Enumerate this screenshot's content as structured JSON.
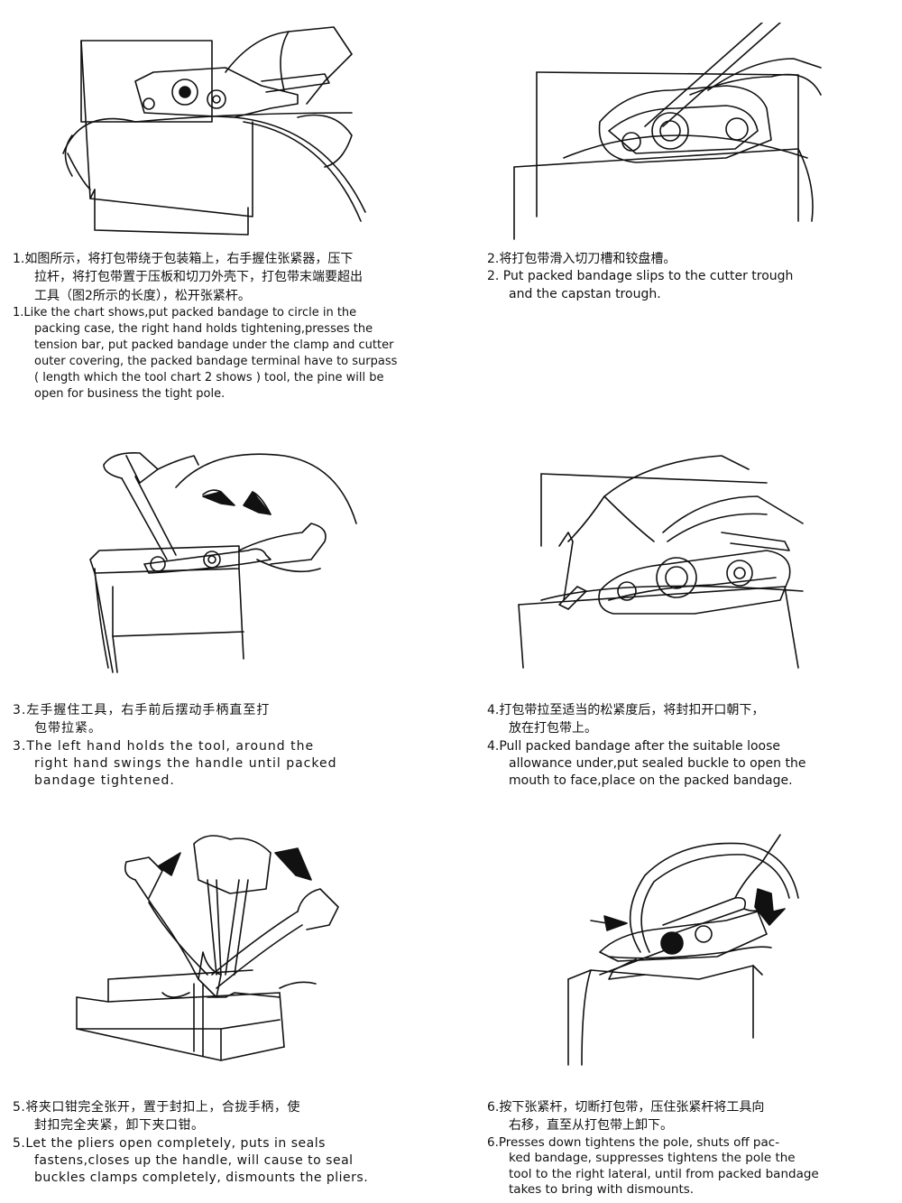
{
  "steps": [
    {
      "zh_lines": [
        "1.如图所示，将打包带绕于包装箱上，右手握住张紧器，压下",
        "拉杆，将打包带置于压板和切刀外壳下，打包带末端要超出",
        "工具（图2所示的长度），松开张紧杆。"
      ],
      "en_lines": [
        "1.Like the chart shows,put packed bandage to circle in the",
        "packing case, the right hand holds tightening,presses the",
        "tension bar, put packed bandage under the clamp and cutter",
        "outer covering, the packed bandage terminal have to surpass",
        "( length which the tool chart 2 shows ) tool, the pine will be",
        "open for business the tight pole."
      ]
    },
    {
      "zh_lines": [
        "2.将打包带滑入切刀槽和铰盘槽。"
      ],
      "en_lines": [
        "2. Put packed bandage slips to the cutter trough",
        "and the capstan trough."
      ]
    },
    {
      "zh_lines": [
        "3.左手握住工具，右手前后摆动手柄直至打",
        "包带拉紧。"
      ],
      "en_lines": [
        "3.The left hand holds the tool, around the",
        "right hand swings the handle until packed",
        "bandage tightened."
      ]
    },
    {
      "zh_lines": [
        "4.打包带拉至适当的松紧度后，将封扣开口朝下，",
        "放在打包带上。"
      ],
      "en_lines": [
        "4.Pull packed bandage after the suitable loose",
        "allowance under,put sealed buckle to open the",
        "mouth to face,place on the packed bandage."
      ]
    },
    {
      "zh_lines": [
        "5.将夹口钳完全张开，置于封扣上，合拢手柄，使",
        "封扣完全夹紧，卸下夹口钳。"
      ],
      "en_lines": [
        "5.Let the pliers open completely, puts in seals",
        "fastens,closes up the handle, will cause to seal",
        "buckles clamps completely, dismounts the pliers."
      ]
    },
    {
      "zh_lines": [
        "6.按下张紧杆，切断打包带，压住张紧杆将工具向",
        "右移，直至从打包带上卸下。"
      ],
      "en_lines": [
        "6.Presses down tightens the pole, shuts off pac-",
        "ked bandage, suppresses tightens the pole the",
        "tool to the right lateral, until from packed bandage",
        "takes to bring with dismounts."
      ]
    }
  ]
}
